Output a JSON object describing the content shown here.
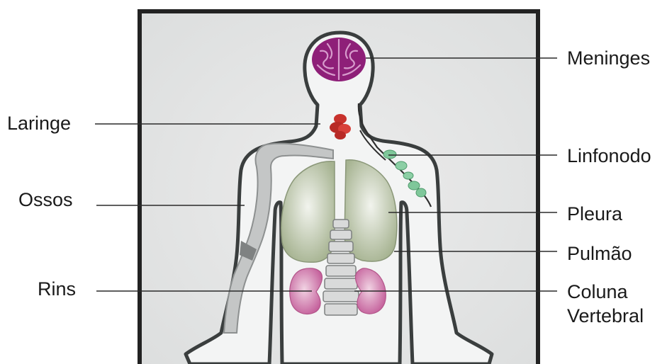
{
  "labels": {
    "meninges": "Meninges",
    "laringe": "Laringe",
    "linfonodo": "Linfonodo",
    "ossos": "Ossos",
    "pleura": "Pleura",
    "pulmao": "Pulmão",
    "rins": "Rins",
    "coluna_line1": "Coluna",
    "coluna_line2": "Vertebral"
  },
  "colors": {
    "frame_border": "#222222",
    "background_panel": "#e6e7e7",
    "body_fill": "#f4f5f5",
    "body_outline": "#3b3f3f",
    "brain": "#8e1f78",
    "larynx": "#c8322d",
    "lymph_node": "#7fc79a",
    "lungs": "#aab896",
    "kidneys": "#c96aa0",
    "bones": "#9a9c9c",
    "spine": "#8d8f8f"
  }
}
